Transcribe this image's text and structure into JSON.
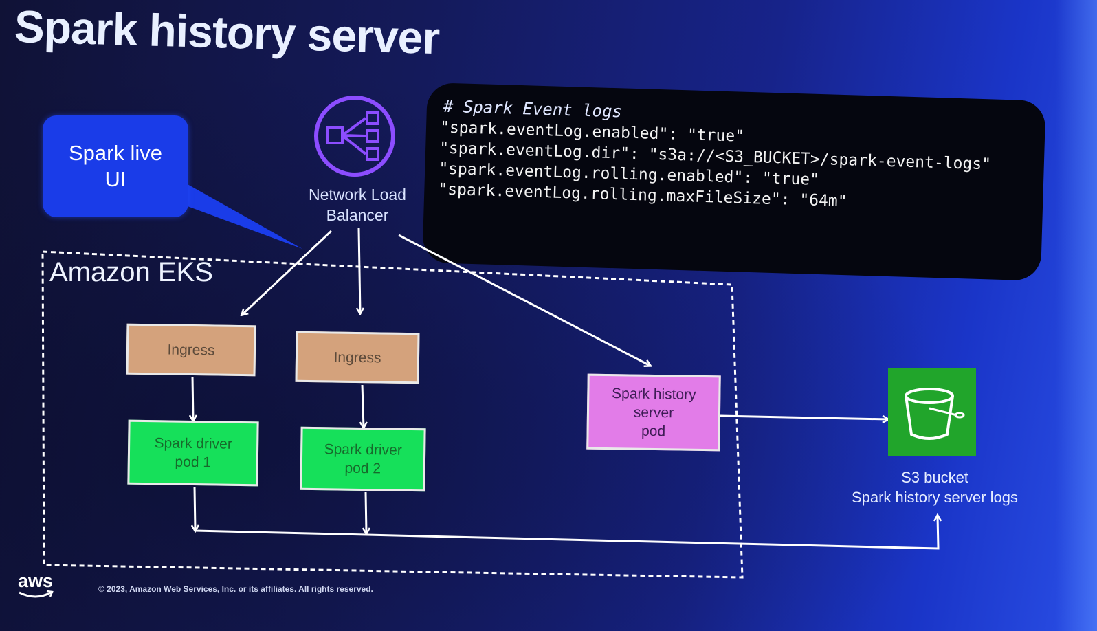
{
  "title": "Spark history server",
  "speech_bubble": {
    "text": "Spark live\nUI"
  },
  "load_balancer": {
    "icon": "network-load-balancer-icon",
    "label": "Network Load\nBalancer"
  },
  "code": {
    "comment": "# Spark Event logs",
    "lines": [
      "\"spark.eventLog.enabled\": \"true\"",
      "\"spark.eventLog.dir\": \"s3a://<S3_BUCKET>/spark-event-logs\"",
      "\"spark.eventLog.rolling.enabled\": \"true\"",
      "\"spark.eventLog.rolling.maxFileSize\": \"64m\""
    ]
  },
  "cluster": {
    "label": "Amazon EKS"
  },
  "nodes": {
    "ingress_1": "Ingress",
    "ingress_2": "Ingress",
    "driver_1": "Spark driver\npod 1",
    "driver_2": "Spark driver\npod 2",
    "history_pod": "Spark history\nserver\npod"
  },
  "s3": {
    "icon": "s3-bucket-icon",
    "label": "S3 bucket\nSpark history server logs"
  },
  "footer": {
    "logo": "aws",
    "copyright": "© 2023, Amazon Web Services, Inc. or its affiliates. All rights reserved."
  },
  "colors": {
    "ingress": "#d4a27c",
    "driver": "#16e05a",
    "history_pod": "#e27ce8",
    "s3": "#21a52b",
    "bubble": "#1a3ce8",
    "nlb_icon": "#8c4dff"
  }
}
